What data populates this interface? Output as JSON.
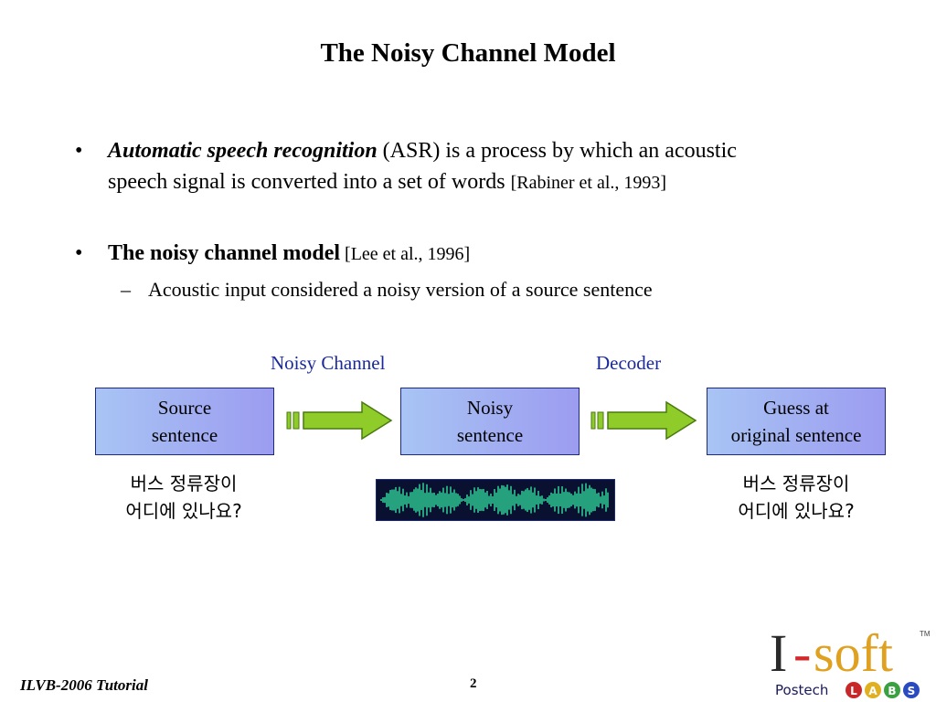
{
  "slide": {
    "title": "The Noisy Channel Model",
    "page_number": "2",
    "footer": "ILVB-2006 Tutorial"
  },
  "bullets": [
    {
      "marker": "•",
      "emph": "Automatic speech recognition",
      "text_line1": " (ASR) is a process by which an acoustic",
      "text_line2": "speech signal is converted into a set of words ",
      "cite": "[Rabiner et al., 1993]"
    },
    {
      "marker": "•",
      "emph": "The noisy channel model",
      "cite": " [Lee et al., 1996]",
      "sub": {
        "marker": "–",
        "text": "Acoustic input considered a noisy version of a source sentence"
      }
    }
  ],
  "diagram": {
    "labels": {
      "channel": "Noisy Channel",
      "decoder": "Decoder"
    },
    "boxes": [
      {
        "line1": "Source",
        "line2": "sentence"
      },
      {
        "line1": "Noisy",
        "line2": "sentence"
      },
      {
        "line1": "Guess at",
        "line2": "original sentence"
      }
    ],
    "korean_left": {
      "line1": "버스 정류장이",
      "line2": "어디에 있나요?"
    },
    "korean_right": {
      "line1": "버스 정류장이",
      "line2": "어디에 있나요?"
    },
    "colors": {
      "arrow": "#8fcc2a",
      "arrow_stroke": "#4a7a10",
      "box_left": "#a8c4f4",
      "box_right": "#9c9cf0",
      "label": "#1a2a9a",
      "wave": "#33e0a0"
    }
  },
  "logo": {
    "brand_i": "I",
    "brand_dash": "-",
    "brand_soft": "soft",
    "tm": "TM",
    "sub": "Postech",
    "labs": [
      "L",
      "A",
      "B",
      "S"
    ]
  }
}
